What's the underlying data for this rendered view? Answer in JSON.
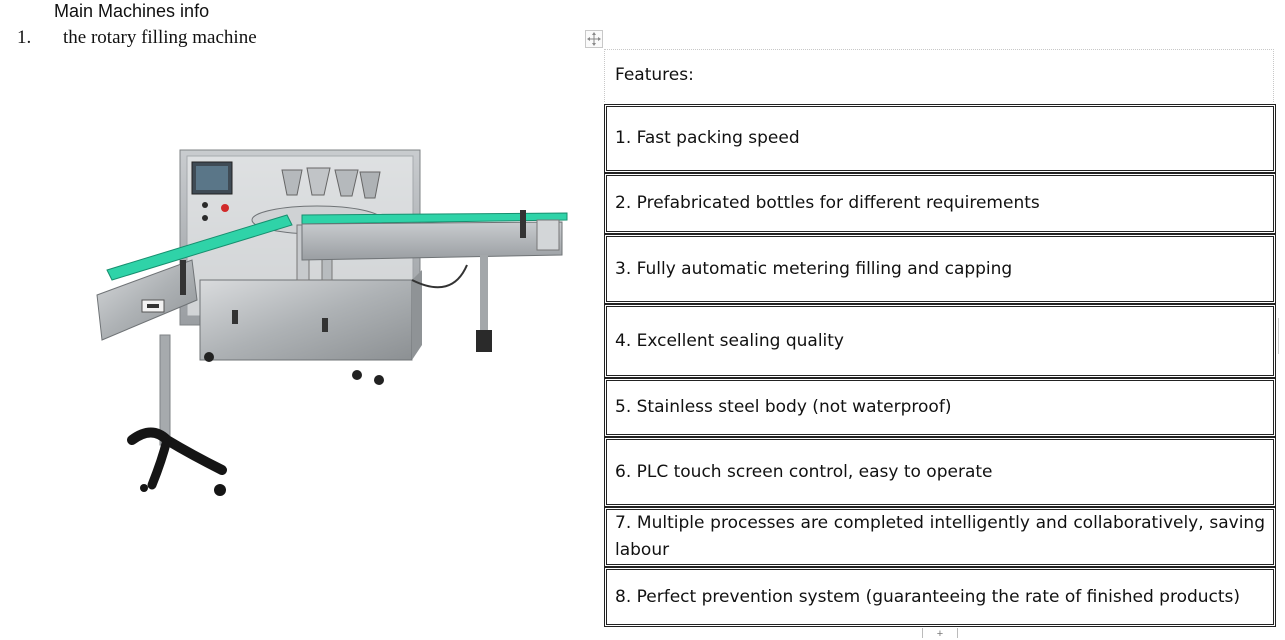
{
  "document": {
    "heading": "Main Machines info",
    "list_number": "1.",
    "list_text": "the rotary filling machine"
  },
  "features_table": {
    "header": "Features:",
    "items": [
      "1. Fast packing speed",
      "2. Prefabricated bottles for different requirements",
      "3. Fully automatic metering filling and capping",
      "4. Excellent sealing quality",
      "5. Stainless steel body (not waterproof)",
      "6. PLC touch screen control, easy to operate",
      "7. Multiple processes are completed intelligently and collaboratively, saving labour",
      "8. Perfect prevention system (guaranteeing the rate of finished products)"
    ]
  },
  "icons": {
    "table_move_handle": "move-arrows-icon",
    "table_add_row": "plus-icon"
  },
  "colors": {
    "machine_steel": "#b9bcbf",
    "conveyor_green": "#2fd3a8",
    "border": "#222222"
  }
}
